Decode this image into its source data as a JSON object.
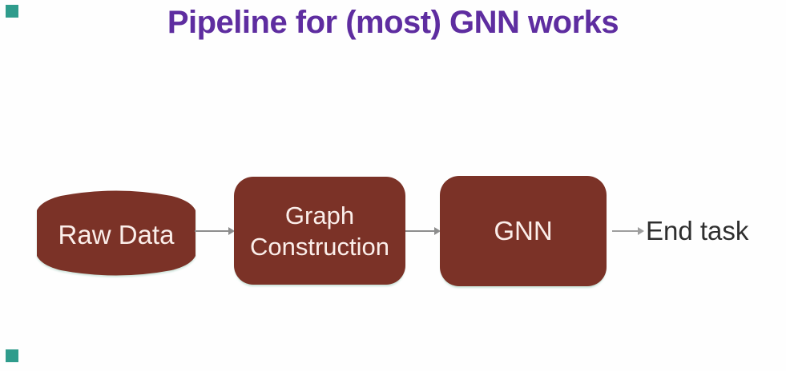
{
  "slide": {
    "title": "Pipeline for (most) GNN works"
  },
  "colors": {
    "background": "#fefefe",
    "title_text": "#5e2da0",
    "node_fill": "#7b3227",
    "node_text": "#fbeeea",
    "arrow": "#8d8d8d",
    "arrow_light": "#9e9e9e",
    "end_task_text": "#2e2e2e",
    "corner_marker": "#2f9c8c"
  },
  "pipeline": {
    "nodes": [
      {
        "id": "raw-data",
        "shape": "cylinder",
        "label": "Raw Data"
      },
      {
        "id": "graph-construction",
        "shape": "rounded-rect",
        "label": "Graph Construction",
        "label_lines": [
          "Graph",
          "Construction"
        ]
      },
      {
        "id": "gnn",
        "shape": "rounded-rect",
        "label": "GNN"
      },
      {
        "id": "end-task",
        "shape": "plain-text",
        "label": "End task"
      }
    ],
    "connectors": [
      {
        "from": "raw-data",
        "to": "graph-construction"
      },
      {
        "from": "graph-construction",
        "to": "gnn"
      },
      {
        "from": "gnn",
        "to": "end-task"
      }
    ]
  }
}
